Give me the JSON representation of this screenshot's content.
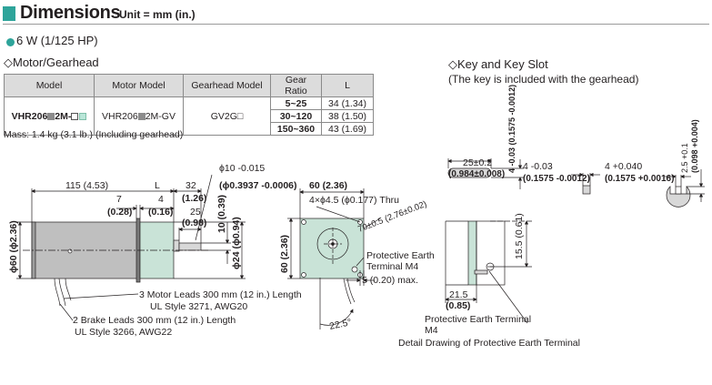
{
  "header": {
    "title": "Dimensions",
    "unit": "Unit = mm (in.)"
  },
  "power": "6 W (1/125 HP)",
  "motor_gearhead": {
    "section_title": "◇Motor/Gearhead",
    "columns": [
      "Model",
      "Motor Model",
      "Gearhead Model",
      "Gear Ratio",
      "L"
    ],
    "model_prefix": "VHR206",
    "model_suffix": "2M-",
    "motor_model": "VHR206",
    "motor_model_suffix": "2M-GV",
    "gearhead_model": "GV2G□",
    "rows": [
      {
        "ratio": "5~25",
        "L": "34 (1.34)"
      },
      {
        "ratio": "30~120",
        "L": "38 (1.50)"
      },
      {
        "ratio": "150~360",
        "L": "43 (1.69)"
      }
    ],
    "mass": "Mass: 1.4 kg (3.1 lb.) (Including gearhead)"
  },
  "key_slot": {
    "section_title": "◇Key and Key Slot",
    "note": "(The key is included with the gearhead)"
  },
  "colors": {
    "accent": "#2ea49a",
    "grey_square": "#8c8c8c",
    "light_green_square": "#b9e6d8",
    "motor_body": "#bfbfbf",
    "gearhead_body": "#c9e3d7"
  },
  "drawing": {
    "d115": "115 (4.53)",
    "d7": "7",
    "d7in": "(0.28)",
    "dL": "L",
    "d4": "4",
    "d4in": "(0.16)",
    "d32": "32",
    "d32in": "(1.26)",
    "d25": "25",
    "d25in": "(0.98)",
    "d10": "10 (0.39)",
    "shaft_dia": "ϕ10 -0.015",
    "shaft_dia_in": "(ϕ0.3937 -0.0006)",
    "d24": "ϕ24 (ϕ0.94)",
    "d60dia": "ϕ60 (ϕ2.36)",
    "motor_leads": "3 Motor Leads 300 mm (12 in.) Length",
    "motor_leads_style": "UL Style 3271, AWG20",
    "brake_leads": "2 Brake Leads 300 mm (12 in.) Length",
    "brake_leads_style": "UL Style 3266, AWG22",
    "front_60": "60 (2.36)",
    "front_60v": "60 (2.36)",
    "thru": "4×ϕ4.5 (ϕ0.177) Thru",
    "pcd": "70±0.5 (2.76±0.02)",
    "pe": "Protective Earth",
    "pe_terminal": "Terminal M4",
    "d5": "5 (0.20) max.",
    "angle": "22.5°",
    "key_25": "25±0.2",
    "key_0984": "(0.984±0.008)",
    "key_4a": "4 -0.03",
    "key_0157a": "(0.1575 -0.0012)",
    "key_vert": "4 -0.03 (0.1575 -0.0012)",
    "slot_4": "4 +0.040",
    "slot_0157": "(0.1575 +0.0016)",
    "slot_25": "2.5 +0.1",
    "slot_0098": "(0.098 +0.004)",
    "detail_15_5": "15.5 (0.61)",
    "detail_21_5": "21.5",
    "detail_085": "(0.85)",
    "detail_pe": "Protective Earth Terminal",
    "detail_m4": "M4",
    "detail_caption": "Detail Drawing of Protective Earth Terminal"
  }
}
